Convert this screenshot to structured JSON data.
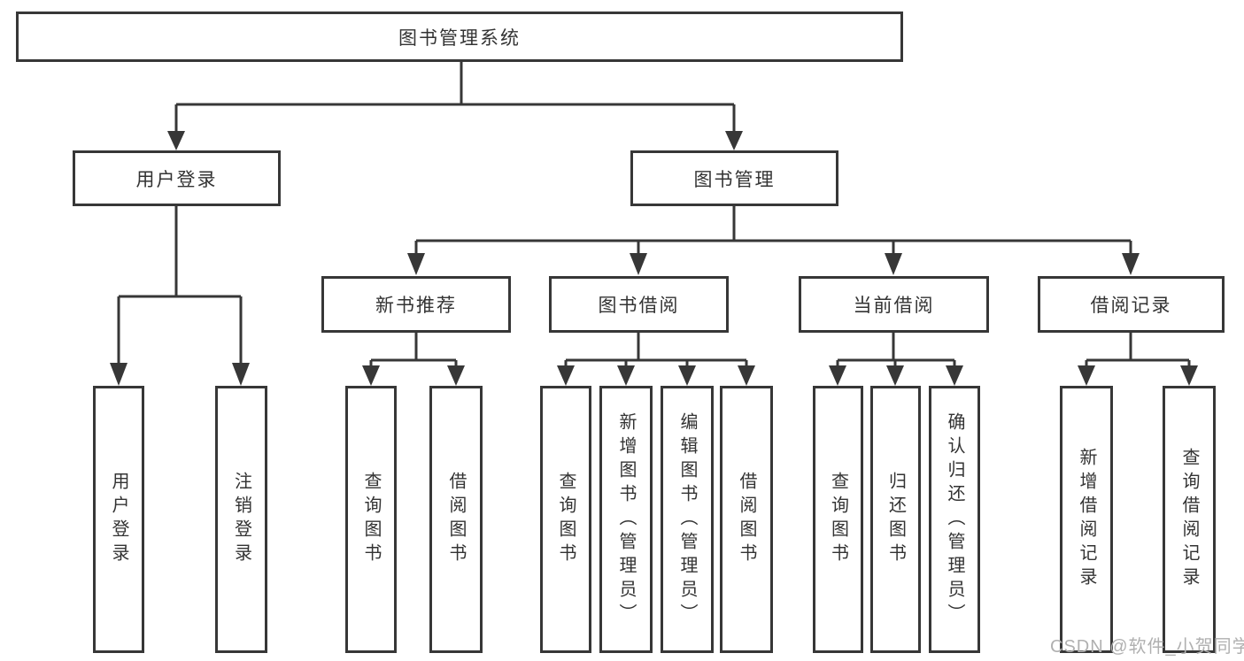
{
  "diagram": {
    "root": "图书管理系统",
    "login_branch": {
      "label": "用户登录",
      "children": {
        "login": "用户登录",
        "logout": "注销登录"
      }
    },
    "mgmt_branch": {
      "label": "图书管理",
      "sections": {
        "new_books": {
          "label": "新书推荐",
          "children": {
            "query": "查询图书",
            "borrow": "借阅图书"
          }
        },
        "borrow": {
          "label": "图书借阅",
          "children": {
            "query": "查询图书",
            "add": "新增图书（管理员）",
            "edit": "编辑图书（管理员）",
            "borrow": "借阅图书"
          }
        },
        "current": {
          "label": "当前借阅",
          "children": {
            "query": "查询图书",
            "return": "归还图书",
            "confirm": "确认归还（管理员）"
          }
        },
        "records": {
          "label": "借阅记录",
          "children": {
            "add": "新增借阅记录",
            "query": "查询借阅记录"
          }
        }
      }
    }
  },
  "watermark": "CSDN @软件_小贺同学",
  "colors": {
    "line": "#373737",
    "text": "#333333",
    "watermark": "#b0b0b0",
    "background": "#ffffff"
  }
}
